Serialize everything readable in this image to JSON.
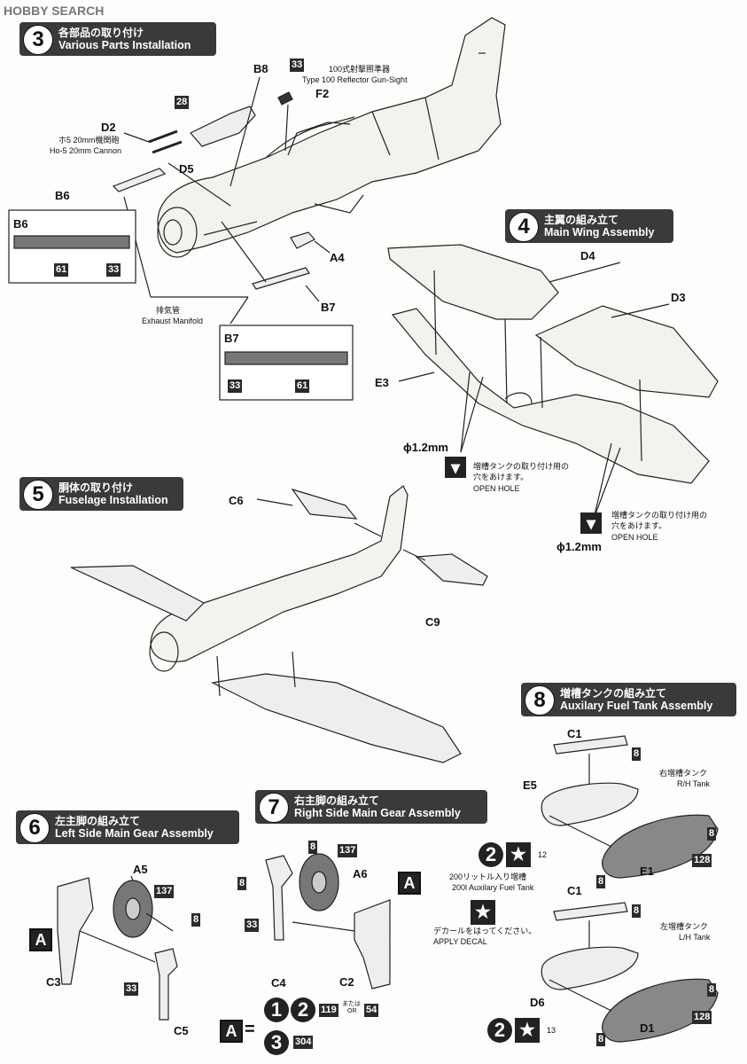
{
  "watermark": {
    "brand": "HOBBY SEARCH"
  },
  "steps": [
    {
      "num": "3",
      "jp": "各部品の取り付け",
      "en": "Various Parts Installation"
    },
    {
      "num": "4",
      "jp": "主翼の組み立て",
      "en": "Main Wing Assembly"
    },
    {
      "num": "5",
      "jp": "胴体の取り付け",
      "en": "Fuselage Installation"
    },
    {
      "num": "6",
      "jp": "左主脚の組み立て",
      "en": "Left Side Main Gear Assembly"
    },
    {
      "num": "7",
      "jp": "右主脚の組み立て",
      "en": "Right Side Main Gear Assembly"
    },
    {
      "num": "8",
      "jp": "増槽タンクの組み立て",
      "en": "Auxilary Fuel Tank Assembly"
    }
  ],
  "step3": {
    "b8": "B8",
    "f2": "F2",
    "d2": "D2",
    "d5": "D5",
    "b6": "B6",
    "a4": "A4",
    "b7": "B7",
    "gunsight_jp": "100式射撃照準器",
    "gunsight_en": "Type 100 Reflector Gun-Sight",
    "cannon_jp": "ホ5 20mm機関砲",
    "cannon_en": "Ho-5 20mm Cannon",
    "exhaust_jp": "排気管",
    "exhaust_en": "Exhaust Manifold",
    "paint_f2": "33",
    "paint_d2": "28",
    "detail_b6": {
      "title": "B6",
      "paints": [
        "61",
        "33"
      ]
    },
    "detail_b7": {
      "title": "B7",
      "paints": [
        "33",
        "61"
      ]
    }
  },
  "step4": {
    "d4": "D4",
    "d3": "D3",
    "e3": "E3",
    "hole_size_1": "ϕ1.2mm",
    "hole_size_2": "ϕ1.2mm",
    "hole_jp_1a": "増槽タンクの取り付け用の",
    "hole_jp_1b": "穴をあけます。",
    "hole_en_1": "OPEN HOLE",
    "hole_jp_2a": "増槽タンクの取り付け用の",
    "hole_jp_2b": "穴をあけます。",
    "hole_en_2": "OPEN HOLE"
  },
  "step5": {
    "c6": "C6",
    "c9": "C9"
  },
  "step6": {
    "a5": "A5",
    "c3": "C3",
    "c5": "C5",
    "a_tag": "A",
    "paints": [
      "137",
      "8",
      "33"
    ]
  },
  "step7": {
    "a6": "A6",
    "c4": "C4",
    "c2": "C2",
    "a_tag": "A",
    "paints": [
      "8",
      "137",
      "8",
      "33"
    ]
  },
  "legend": {
    "a": "A",
    "eq": "=",
    "n1": "1",
    "n2": "2",
    "n3": "3",
    "p119": "119",
    "or_jp": "または",
    "or_en": "OR",
    "p54": "54",
    "p304": "304"
  },
  "step8": {
    "c1a": "C1",
    "e5": "E5",
    "e1": "E1",
    "c1b": "C1",
    "d6": "D6",
    "d1": "D1",
    "rh_jp": "右増槽タンク",
    "rh_en": "R/H Tank",
    "lh_jp": "左増槽タンク",
    "lh_en": "L/H Tank",
    "tank_jp": "200リットル入り増槽",
    "tank_en": "200l Auxilary Fuel Tank",
    "decal_jp": "デカールをはってください。",
    "decal_en": "APPLY DECAL",
    "decal_rh": "12",
    "decal_lh": "13",
    "callout_2": "2",
    "callout_star": "★",
    "paint_c1a": "8",
    "paint_e5": "8",
    "paint_e1_a": "128",
    "paint_e1_b": "8",
    "paint_c1b": "8",
    "paint_d6": "8",
    "paint_d1_a": "128",
    "paint_d1_b": "8"
  }
}
